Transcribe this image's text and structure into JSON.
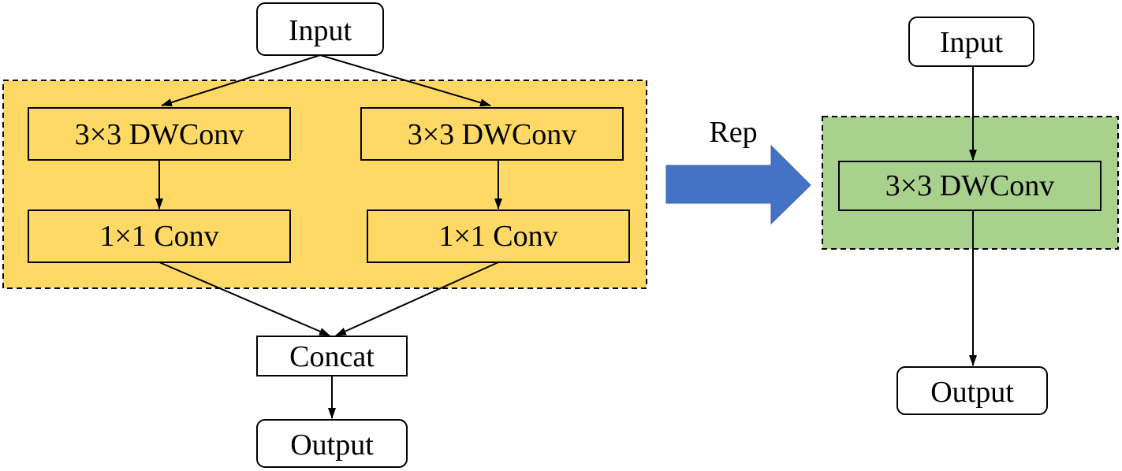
{
  "left_diagram": {
    "input_label": "Input",
    "branch_left": {
      "dwconv_label": "3×3 DWConv",
      "conv_label": "1×1 Conv"
    },
    "branch_right": {
      "dwconv_label": "3×3 DWConv",
      "conv_label": "1×1 Conv"
    },
    "concat_label": "Concat",
    "output_label": "Output"
  },
  "transform": {
    "label": "Rep"
  },
  "right_diagram": {
    "input_label": "Input",
    "dwconv_label": "3×3 DWConv",
    "output_label": "Output"
  },
  "colors": {
    "yellow_block_fill": "#FFD966",
    "green_block_fill": "#A9D18E",
    "arrow_fill": "#4472C4",
    "stroke": "#000000"
  }
}
